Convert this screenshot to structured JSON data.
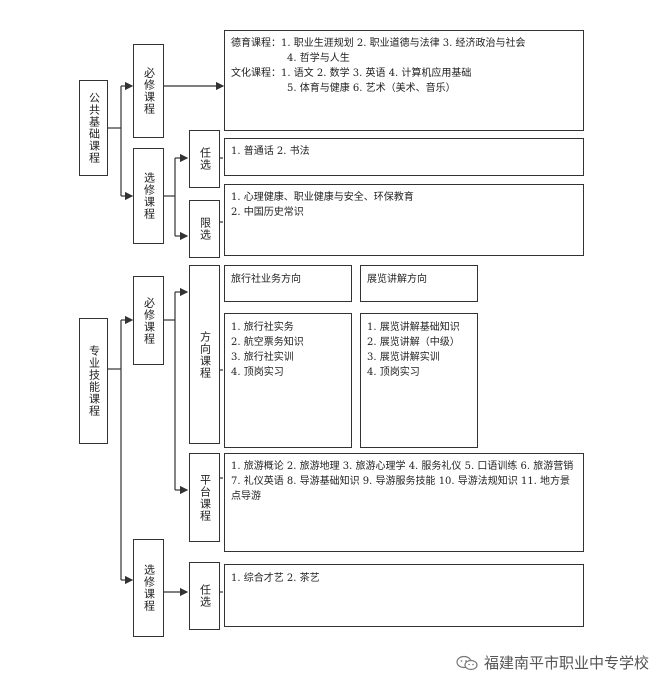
{
  "level1": {
    "public": "公共基础课程",
    "professional": "专业技能课程"
  },
  "level2": {
    "public_required": "必修课程",
    "public_elective": "选修课程",
    "prof_required": "必修课程",
    "prof_elective": "选修课程"
  },
  "level3": {
    "free_elective": "任选",
    "limited_elective": "限选",
    "direction": "方向课程",
    "platform": "平台课程",
    "prof_free_elective": "任选"
  },
  "content": {
    "public_required": [
      "德育课程：1. 职业生涯规划  2. 职业道德与法律  3. 经济政治与社会",
      "4. 哲学与人生",
      "文化课程：1. 语文    2. 数学    3. 英语    4. 计算机应用基础",
      "5. 体育与健康    6. 艺术（美术、音乐）"
    ],
    "free_elective": "1. 普通话     2. 书法",
    "limited_elective": [
      "1. 心理健康、职业健康与安全、环保教育",
      "2. 中国历史常识"
    ],
    "direction_travel_title": "旅行社业务方向",
    "direction_exhibit_title": "展览讲解方向",
    "direction_travel_items": [
      "1. 旅行社实务",
      "2. 航空票务知识",
      "3. 旅行社实训",
      "4. 顶岗实习"
    ],
    "direction_exhibit_items": [
      "1. 展览讲解基础知识",
      "2. 展览讲解（中级）",
      "3. 展览讲解实训",
      "4.  顶岗实习"
    ],
    "platform": "1. 旅游概论  2. 旅游地理  3. 旅游心理学  4. 服务礼仪  5. 口语训练  6. 旅游营销  7. 礼仪英语  8. 导游基础知识  9. 导游服务技能  10. 导游法规知识  11. 地方景点导游",
    "prof_free_elective": "1. 综合才艺  2. 茶艺"
  },
  "watermark": "福建南平市职业中专学校"
}
